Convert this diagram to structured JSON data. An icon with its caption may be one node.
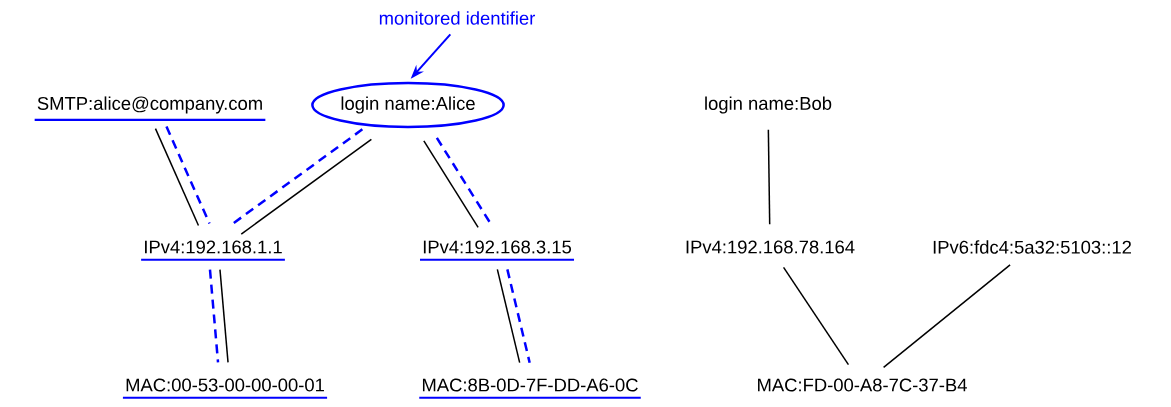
{
  "diagram": {
    "nodes": [
      {
        "text": [
          "monitored identifier"
        ]
      },
      {
        "text": [
          "SMTP:alice@company.com"
        ]
      },
      {
        "text": [
          "login name:Alice"
        ]
      },
      {
        "text": [
          "login name:Bob"
        ]
      },
      {
        "text": [
          "IPv4:192.168.1.1"
        ]
      },
      {
        "text": [
          "IPv4:192.168.3.15"
        ]
      },
      {
        "text": [
          "IPv4:192.168.78.164"
        ]
      },
      {
        "text": [
          "IPv6:fdc4:5a32:5103::12"
        ]
      },
      {
        "text": [
          "MAC:00-53-00-00-00-01"
        ]
      },
      {
        "text": [
          "MAC:8B-0D-7F-DD-A6-0C"
        ]
      },
      {
        "text": [
          "MAC:FD-00-A8-7C-37-B4"
        ]
      }
    ],
    "edges": [
      {
        "from": 0,
        "to": 2,
        "arrow": "to",
        "color": "#0000ff"
      },
      {
        "from": 1,
        "to": 4,
        "arrow": "none"
      },
      {
        "from": 1,
        "to": 4,
        "arrow": "none",
        "style": "dashed",
        "color": "#0000ff"
      },
      {
        "from": 2,
        "to": 4,
        "arrow": "none"
      },
      {
        "from": 2,
        "to": 4,
        "arrow": "none",
        "style": "dashed",
        "color": "#0000ff"
      },
      {
        "from": 2,
        "to": 5,
        "arrow": "none"
      },
      {
        "from": 2,
        "to": 5,
        "arrow": "none",
        "style": "dashed",
        "color": "#0000ff"
      },
      {
        "from": 3,
        "to": 6,
        "arrow": "none"
      },
      {
        "from": 4,
        "to": 8,
        "arrow": "none"
      },
      {
        "from": 4,
        "to": 8,
        "arrow": "none",
        "style": "dashed",
        "color": "#0000ff"
      },
      {
        "from": 5,
        "to": 9,
        "arrow": "none"
      },
      {
        "from": 5,
        "to": 9,
        "arrow": "none",
        "style": "dashed",
        "color": "#0000ff"
      },
      {
        "from": 6,
        "to": 10,
        "arrow": "none"
      },
      {
        "from": 7,
        "to": 10,
        "arrow": "none"
      }
    ]
  }
}
